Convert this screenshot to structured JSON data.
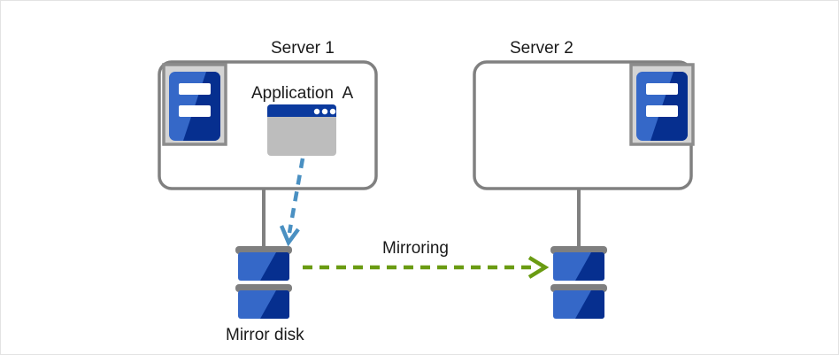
{
  "diagram": {
    "title_server1": "Server 1",
    "title_server2": "Server 2",
    "application_label": "Application  A",
    "mirroring_label": "Mirroring",
    "mirror_disk_label": "Mirror disk",
    "icons": {
      "server_icon": "server-icon",
      "app_window_icon": "application-window-icon",
      "disk_icon": "disk-stack-icon",
      "write_arrow_icon": "dashed-down-arrow-icon",
      "mirroring_arrow_icon": "dashed-right-arrow-icon"
    },
    "colors": {
      "frame_border": "#e3e3e3",
      "box_border": "#808080",
      "connector": "#808080",
      "server_icon_bg": "#d4d4d4",
      "server_icon_border": "#8c8c8c",
      "server_icon_blue_light": "#3568c8",
      "server_icon_blue_dark": "#062f8f",
      "app_titlebar": "#0b3a9e",
      "app_body": "#bdbdbd",
      "disk_blue_light": "#3568c8",
      "disk_blue_dark": "#062f8f",
      "disk_cap": "#7f7f7f",
      "write_arrow": "#4a90c2",
      "mirroring_arrow": "#6a9b12",
      "text": "#1a1a1a"
    }
  }
}
